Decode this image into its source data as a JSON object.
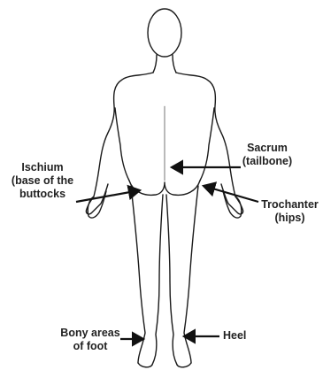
{
  "labels": {
    "sacrum": [
      "Sacrum",
      "(tailbone)"
    ],
    "ischium": [
      "Ischium",
      "(base of the",
      "buttocks"
    ],
    "trochanter": [
      "Trochanter",
      "(hips)"
    ],
    "bony_foot": [
      "Bony areas",
      "of foot"
    ],
    "heel": [
      "Heel"
    ]
  },
  "colors": {
    "outline": "#1a1a1a",
    "text": "#222222",
    "arrow": "#111111"
  }
}
